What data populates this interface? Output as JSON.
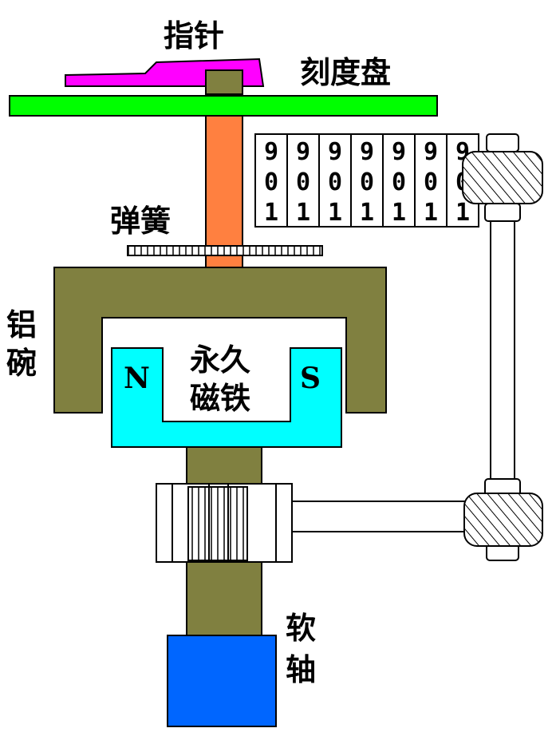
{
  "labels": {
    "pointer": "指针",
    "dial": "刻度盘",
    "spring": "弹簧",
    "bowl_1": "铝",
    "bowl_2": "碗",
    "magnet_1": "永久",
    "magnet_2": "磁铁",
    "pole_n": "N",
    "pole_s": "S",
    "shaft_1": "软",
    "shaft_2": "轴"
  },
  "odometer": {
    "wheels": [
      {
        "top": "9",
        "mid": "0",
        "bot": "1"
      },
      {
        "top": "9",
        "mid": "0",
        "bot": "1"
      },
      {
        "top": "9",
        "mid": "0",
        "bot": "1"
      },
      {
        "top": "9",
        "mid": "0",
        "bot": "1"
      },
      {
        "top": "9",
        "mid": "0",
        "bot": "1"
      },
      {
        "top": "9",
        "mid": "0",
        "bot": "1"
      },
      {
        "top": "9",
        "mid": "0",
        "bot": "1"
      }
    ]
  },
  "colors": {
    "pointer": "#ff00ff",
    "dial": "#00ff00",
    "spindle": "#ff8040",
    "bowl": "#808040",
    "magnet": "#00ffff",
    "flex_shaft": "#0066ff",
    "outline": "#000000",
    "background": "#ffffff"
  }
}
